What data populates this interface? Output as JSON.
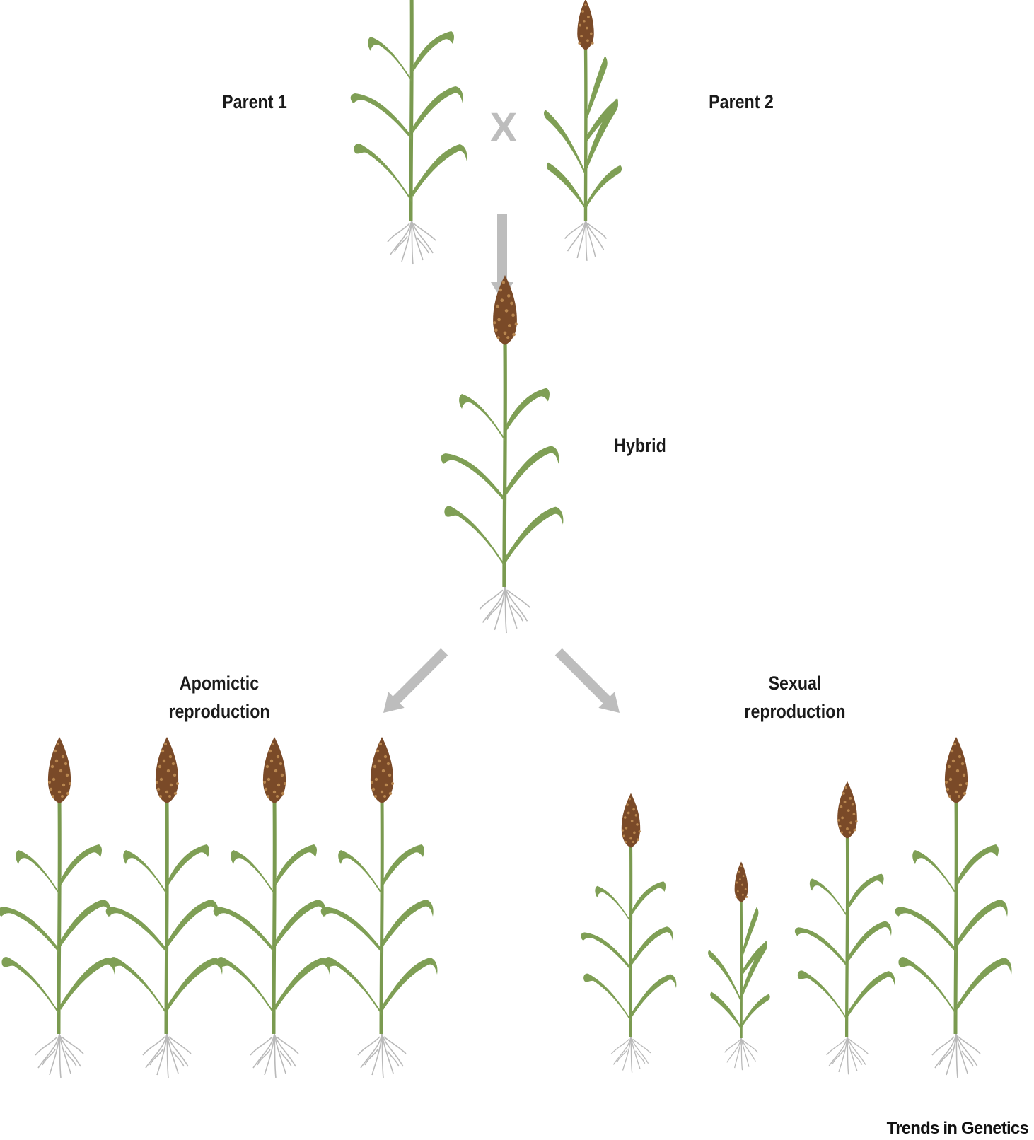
{
  "labels": {
    "parent1": "Parent 1",
    "cross": "X",
    "parent2": "Parent 2",
    "hybrid": "Hybrid",
    "apomictic": "Apomictic reproduction",
    "sexual": "Sexual reproduction"
  },
  "credit": "Trends in Genetics",
  "icons": {
    "plant": "sorghum-plant-icon",
    "arrow": "arrow-icon"
  },
  "colors": {
    "leaf": "#7f9f55",
    "stem": "#7a9a50",
    "panicle": "#7a4a28",
    "grain": "#b8864f",
    "root": "#b9b9b9",
    "arrow": "#bdbdbd",
    "text": "#1a1a1a"
  },
  "groups": {
    "apomictic_offspring_count": 4,
    "sexual_offspring_count": 4
  }
}
